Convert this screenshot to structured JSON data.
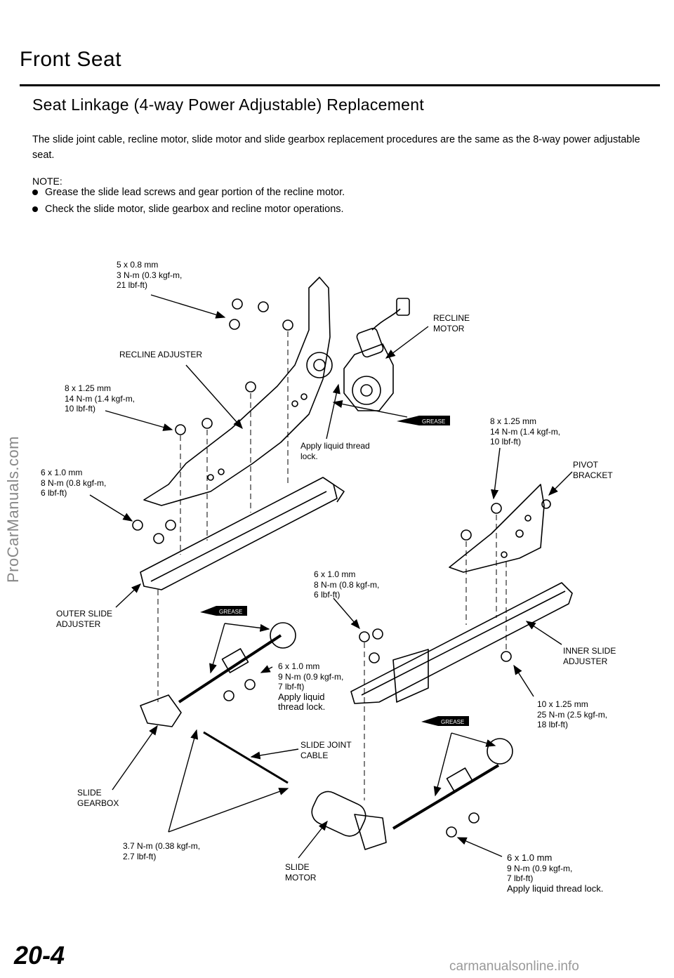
{
  "header": {
    "section_title": "Front Seat",
    "subtitle": "Seat Linkage (4-way Power Adjustable) Replacement"
  },
  "intro": {
    "text": "The slide joint cable, recline motor, slide motor and slide gearbox replacement procedures are the same as the 8-way power adjustable seat."
  },
  "note": {
    "label": "NOTE:",
    "items": [
      "Grease the slide lead screws and gear portion of the recline motor.",
      "Check the slide motor, slide gearbox and recline motor operations."
    ]
  },
  "callouts": {
    "bolt_5x08": [
      "5 x 0.8 mm",
      "3 N-m (0.3 kgf-m,",
      "21 lbf-ft)"
    ],
    "recline_adjuster": [
      "RECLINE ADJUSTER"
    ],
    "bolt_8x125_left": [
      "8 x 1.25 mm",
      "14 N-m (1.4 kgf-m,",
      "10 lbf-ft)"
    ],
    "bolt_6x10_left": [
      "6 x 1.0 mm",
      "8 N-m (0.8 kgf-m,",
      "6 lbf-ft)"
    ],
    "recline_motor": [
      "RECLINE",
      "MOTOR"
    ],
    "apply_thread_lock": [
      "Apply liquid thread",
      "lock."
    ],
    "bolt_8x125_right": [
      "8 x 1.25 mm",
      "14 N-m (1.4 kgf-m,",
      "10 lbf-ft)"
    ],
    "pivot_bracket": [
      "PIVOT",
      "BRACKET"
    ],
    "bolt_6x10_center": [
      "6 x 1.0 mm",
      "8 N-m (0.8 kgf-m,",
      "6 lbf-ft)"
    ],
    "outer_slide_adjuster": [
      "OUTER SLIDE",
      "ADJUSTER"
    ],
    "bolt_6x10_9nm_center": [
      "6 x 1.0 mm",
      "9 N-m (0.9 kgf-m,",
      "7 lbf-ft)",
      "Apply liquid",
      "thread lock."
    ],
    "inner_slide_adjuster": [
      "INNER SLIDE",
      "ADJUSTER"
    ],
    "bolt_10x125": [
      "10 x 1.25 mm",
      "25 N-m (2.5 kgf-m,",
      "18 lbf-ft)"
    ],
    "slide_joint_cable": [
      "SLIDE JOINT",
      "CABLE"
    ],
    "slide_gearbox": [
      "SLIDE",
      "GEARBOX"
    ],
    "torque_37": [
      "3.7 N-m (0.38 kgf-m,",
      "2.7 lbf-ft)"
    ],
    "slide_motor": [
      "SLIDE",
      "MOTOR"
    ],
    "bolt_6x10_9nm_right": [
      "6 x 1.0 mm",
      "9 N-m (0.9 kgf-m,",
      "7 lbf-ft)",
      "Apply liquid thread lock."
    ]
  },
  "grease_label": "GREASE",
  "footer": {
    "page_number": "20-4",
    "watermark_side": "ProCarManuals.com",
    "watermark_bottom": "carmanualsonline.info"
  }
}
